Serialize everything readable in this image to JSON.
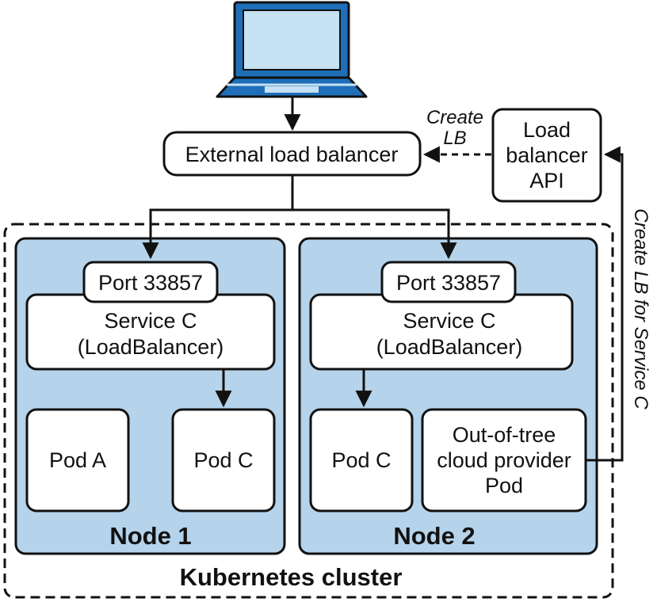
{
  "colors": {
    "node_fill": "#b5d3ea",
    "laptop_blue": "#1f6fb8",
    "laptop_screen": "#c6e1f4",
    "stroke": "#111111",
    "box_fill": "#ffffff"
  },
  "laptop": {
    "icon": "laptop-icon"
  },
  "external_lb": {
    "label": "External load balancer"
  },
  "lb_api": {
    "line1": "Load",
    "line2": "balancer",
    "line3": "API"
  },
  "create_lb": {
    "line1": "Create",
    "line2": "LB"
  },
  "create_lb_service": {
    "label": "Create LB for Service C"
  },
  "cluster": {
    "label": "Kubernetes cluster"
  },
  "node1": {
    "label": "Node 1",
    "port": "Port 33857",
    "service_line1": "Service C",
    "service_line2": "(LoadBalancer)",
    "pod_a": "Pod A",
    "pod_c": "Pod C"
  },
  "node2": {
    "label": "Node 2",
    "port": "Port 33857",
    "service_line1": "Service C",
    "service_line2": "(LoadBalancer)",
    "pod_c": "Pod C",
    "provider_line1": "Out-of-tree",
    "provider_line2": "cloud provider",
    "provider_line3": "Pod"
  }
}
